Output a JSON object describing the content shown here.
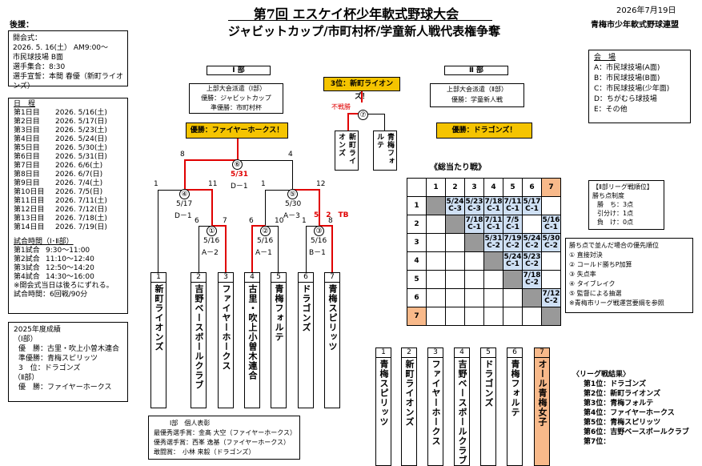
{
  "header": {
    "title": "第7回 エスケイ杯少年軟式野球大会",
    "subtitle": "ジャビットカップ/市町村杯/学童新人戦代表権争奪",
    "date": "2026年7月19日",
    "org": "青梅市少年軟式野球連盟",
    "sponsor": "後援："
  },
  "info": {
    "lines": [
      "開会式：",
      "2026. 5. 16(土） AM9:00～",
      "市民球技場 B面",
      "選手集合：8:30",
      "選手宣誓：本間 春優（新町ライオンズ）"
    ]
  },
  "schedule": {
    "title": "日　程",
    "rows": [
      [
        "第1日目",
        "2026. 5/16(土)"
      ],
      [
        "第2日目",
        "2026. 5/17(日)"
      ],
      [
        "第3日目",
        "2026. 5/23(土)"
      ],
      [
        "第4日目",
        "2026. 5/24(日)"
      ],
      [
        "第5日目",
        "2026. 5/30(土)"
      ],
      [
        "第6日目",
        "2026. 5/31(日)"
      ],
      [
        "第7日目",
        "2026. 6/6(土)"
      ],
      [
        "第8日目",
        "2026. 6/7(日)"
      ],
      [
        "第9日目",
        "2026. 7/4(土)"
      ],
      [
        "第10日目",
        "2026. 7/5(日)"
      ],
      [
        "第11日目",
        "2026. 7/11(土)"
      ],
      [
        "第12日目",
        "2026. 7/12(日)"
      ],
      [
        "第13日目",
        "2026. 7/18(土)"
      ],
      [
        "第14日目",
        "2026. 7/19(日)"
      ]
    ],
    "times_title": "試合時間（Ⅰ･Ⅱ部）",
    "times": [
      [
        "第1試合",
        "9:30～11:00"
      ],
      [
        "第2試合",
        "11:10～12:40"
      ],
      [
        "第3試合",
        "12:50～14:20"
      ],
      [
        "第4試合",
        "14:30～16:00"
      ]
    ],
    "note1": "※開会式当日は後ろにずれる。",
    "note2": "試合時間：6回戦/90分"
  },
  "prev": {
    "title": "2025年度成績",
    "lines": [
      "（Ⅰ部）",
      "優　勝：古里・吹上小曽木連合",
      "準優勝：青梅スピリッツ",
      "3　位：ドラゴンズ",
      "（Ⅱ部）",
      "優　勝：ファイヤーホークス"
    ]
  },
  "venue": {
    "title": "会　場",
    "items": [
      "A：市民球技場(A面)",
      "B：市民球技場(B面)",
      "C：市民球技場(少年面)",
      "D：ちがむら球技場",
      "E：その他"
    ]
  },
  "div1": {
    "label": "Ⅰ 部",
    "dispatch": [
      "上部大会派遣（Ⅰ部）",
      "優勝：ジャビットカップ",
      "準優勝：市町村杯"
    ],
    "winner": "優勝：ファイヤーホークス！"
  },
  "div2": {
    "label": "Ⅱ 部",
    "dispatch": [
      "上部大会派遣（Ⅱ部）",
      "優勝：学童新人戦"
    ],
    "winner": "優勝：ドラゴンズ！",
    "league_title": "《総当たり戦》"
  },
  "third": {
    "label": "3位：新町ライオンズ！",
    "forfeit": "不戦勝",
    "teams": [
      "新町ライオンズ",
      "青梅フォルテ"
    ],
    "game": "⑦"
  },
  "bracket": {
    "teams": [
      {
        "n": "1",
        "name": "新町ライオンズ"
      },
      {
        "n": "2",
        "name": "吉野ベースボールクラブ"
      },
      {
        "n": "3",
        "name": "ファイヤーホークス"
      },
      {
        "n": "4",
        "name": "古里・吹上小曽木連合"
      },
      {
        "n": "5",
        "name": "青梅フォルテ"
      },
      {
        "n": "6",
        "name": "ドラゴンズ"
      },
      {
        "n": "7",
        "name": "青梅スピリッツ"
      }
    ],
    "final": {
      "no": "⑥",
      "date": "5/31",
      "field": "D－1",
      "l": "8",
      "r": "4"
    },
    "sf1": {
      "no": "④",
      "date": "5/17",
      "field": "D－1",
      "l": "1",
      "r": "11"
    },
    "sf2": {
      "no": "⑤",
      "date": "5/30",
      "field": "A－3",
      "l": "1",
      "r": "12",
      "tb": "5　2　TB"
    },
    "q1": {
      "no": "①",
      "date": "5/16",
      "field": "A－2",
      "l": "6",
      "r": "7"
    },
    "q2": {
      "no": "②",
      "date": "5/16",
      "field": "A－1",
      "l": "6",
      "r": "10"
    },
    "q3": {
      "no": "③",
      "date": "5/16",
      "field": "B－1",
      "l": "1",
      "r": "8"
    }
  },
  "league": {
    "header": [
      "",
      "1",
      "2",
      "3",
      "4",
      "5",
      "6",
      "7"
    ],
    "r1": [
      "5/24",
      "C-3",
      "5/23",
      "C-3",
      "7/18",
      "C-1",
      "7/11",
      "C-1",
      "5/17",
      "C-1"
    ],
    "r2": [
      "7/18",
      "C-1",
      "7/11",
      "C-1",
      "7/5",
      "C-1",
      "5/16",
      "C-1"
    ],
    "r3": [
      "5/31",
      "C-2",
      "7/19",
      "C-2",
      "5/24",
      "C-2",
      "5/30",
      "C-2"
    ],
    "r4": [
      "5/24",
      "C-1",
      "5/23",
      "C-2"
    ],
    "r5": [
      "7/18",
      "C-2"
    ],
    "r6": [
      "7/12",
      "C-2"
    ]
  },
  "div2rules": {
    "title": "【Ⅱ部リーグ戦順位】",
    "lines": [
      "勝ち点制度",
      "勝　ち：3点",
      "引分け：1点",
      "負　け：0点"
    ]
  },
  "priority": {
    "title": "勝ち点で並んだ場合の優先順位",
    "lines": [
      "① 直接対決",
      "② コールド勝ちP加算",
      "③ 失点率",
      "④ タイブレイク",
      "⑤ 監督による抽選",
      "※青梅市リーグ戦運営要綱を参照"
    ]
  },
  "div2teams": [
    {
      "n": "1",
      "name": "青梅スピリッツ"
    },
    {
      "n": "2",
      "name": "新町ライオンズ"
    },
    {
      "n": "3",
      "name": "ファイヤーホークス"
    },
    {
      "n": "4",
      "name": "吉野ベースボールクラブ"
    },
    {
      "n": "5",
      "name": "ドラゴンズ"
    },
    {
      "n": "6",
      "name": "青梅フォルテ"
    },
    {
      "n": "7",
      "name": "オール青梅女子"
    }
  ],
  "awards": {
    "title": "Ⅰ部　個人表彰",
    "lines": [
      "最優秀選手賞：金髙 大空（ファイヤーホークス）",
      "優秀選手賞：西峯 逸基（ファイヤーホークス）",
      "敢闘賞：　小林 来毅（ドラゴンズ）"
    ]
  },
  "results": {
    "title": "〈リーグ戦結果〉",
    "lines": [
      "第1位：ドラゴンズ",
      "第2位：新町ライオンズ",
      "第3位：青梅フォルテ",
      "第4位：ファイヤーホークス",
      "第5位：青梅スピリッツ",
      "第6位：吉野ベースボールクラブ",
      "第7位："
    ]
  }
}
